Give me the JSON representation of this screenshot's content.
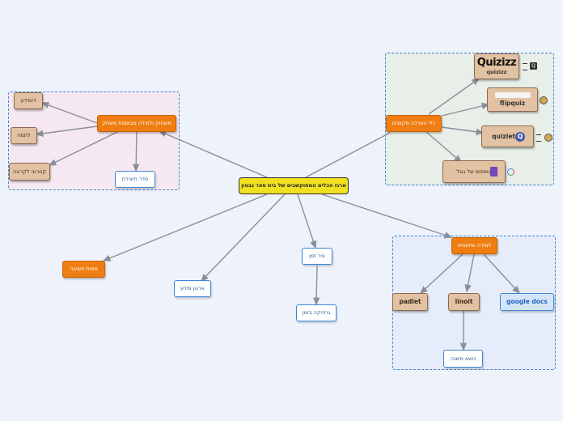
{
  "diagram": {
    "central": "ארגז הכלים המתוקשבים של בית ספר נבטון",
    "groups": {
      "left": {
        "title": "משחוק ולמידה מבוססת משחק",
        "children": [
          "דומידע",
          "לתמוז",
          "קטרוני לקרונה"
        ],
        "extra": "סדר תיצירת"
      },
      "right_top": {
        "title": "כלי הערכה מקוונים",
        "quizizz_logo": "Quizizz",
        "quizizz": "quizizz",
        "flipquiz": "flipquiz",
        "quizlet": "quizlet",
        "forms": "טפסים של גוגל"
      },
      "right_bottom": {
        "title": "למידה שיתופית",
        "padlet": "padlet",
        "linoit": "linoit",
        "google_docs": "google docs",
        "extra": "נושא משנה"
      }
    },
    "free_nodes": {
      "orange_left": "מפות חשיבה",
      "white_mid": "ארגון מידע",
      "timeline": "ציר זמן",
      "timeline_child": "גרפיקה בזמן"
    },
    "icons": [
      "notes-icon",
      "quizizz-app-icon",
      "globe-icon",
      "google-icon",
      "forms-icon",
      "quizlet-q-icon",
      "flipquiz-logo-icon"
    ],
    "colors": {
      "orange": "#ef7d12",
      "tan": "#e2c2a2",
      "central": "#f0e020",
      "group_border": "#3d86d6",
      "link": "#8a8f99"
    }
  }
}
